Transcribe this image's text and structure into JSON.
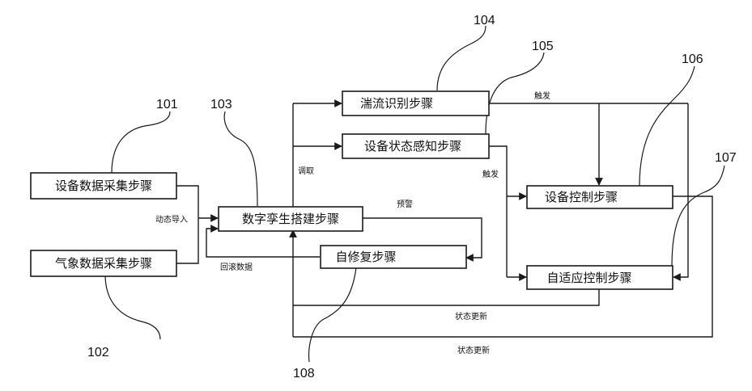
{
  "boxes": {
    "b101": "设备数据采集步骤",
    "b102": "气象数据采集步骤",
    "b103": "数字孪生搭建步骤",
    "b104": "湍流识别步骤",
    "b105": "设备状态感知步骤",
    "b106": "设备控制步骤",
    "b107": "自适应控制步骤",
    "b108": "自修复步骤"
  },
  "numbers": {
    "n101": "101",
    "n102": "102",
    "n103": "103",
    "n104": "104",
    "n105": "105",
    "n106": "106",
    "n107": "107",
    "n108": "108"
  },
  "edge_labels": {
    "dynamic_import": "动态导入",
    "call": "调取",
    "trigger_top": "触发",
    "trigger_mid": "触发",
    "warning": "预警",
    "feedback_data": "回滚数据",
    "state_update_1": "状态更新",
    "state_update_2": "状态更新"
  }
}
